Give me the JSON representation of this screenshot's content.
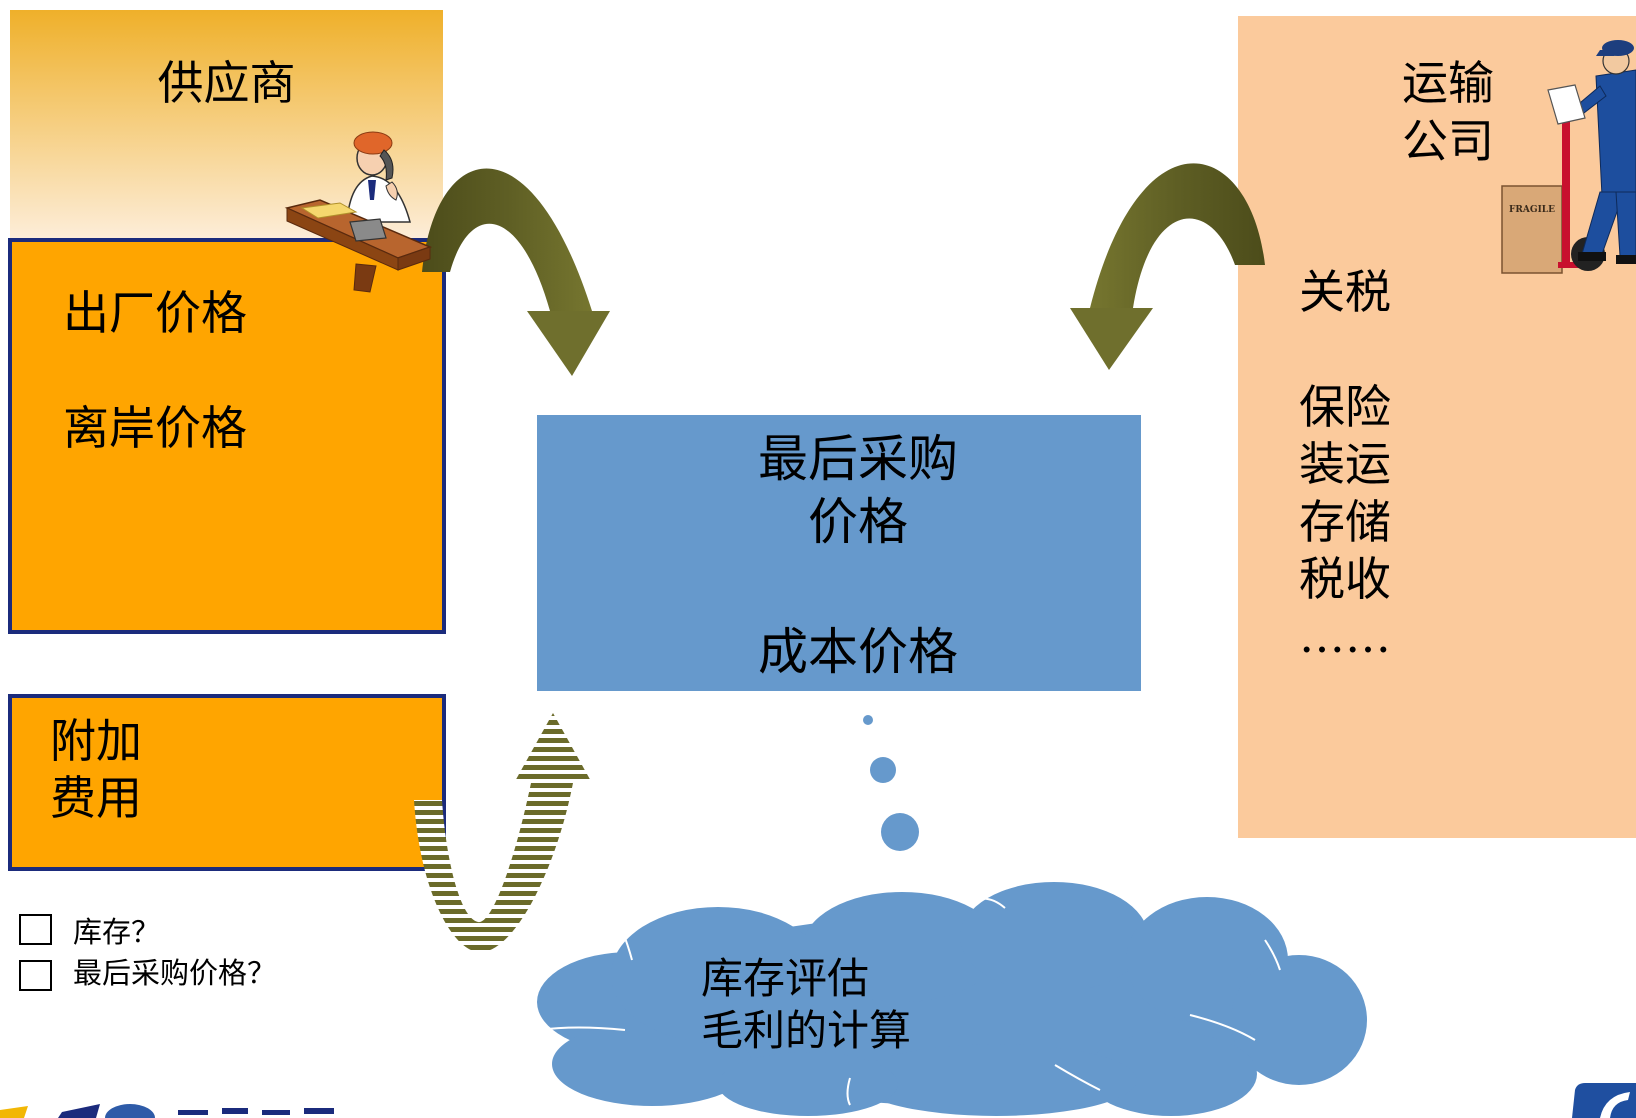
{
  "supplier": {
    "title": "供应商",
    "prices": [
      "出厂价格",
      "离岸价格"
    ]
  },
  "extra_costs": {
    "lines": [
      "附加",
      "费用"
    ]
  },
  "transport": {
    "title_lines": [
      "运输",
      "公司"
    ],
    "items": [
      "关税",
      "保险",
      "装运",
      "存储",
      "税收",
      "……"
    ],
    "box_label": "FRAGILE"
  },
  "center": {
    "lines": [
      "最后采购",
      "价格"
    ],
    "cost": "成本价格"
  },
  "cloud": {
    "lines": [
      "库存评估",
      "毛利的计算"
    ]
  },
  "checklist": [
    {
      "label": "库存？"
    },
    {
      "label": "最后采购价格？"
    }
  ],
  "icons": [
    "person-at-desk-phone-icon",
    "delivery-man-hand-truck-icon",
    "curved-arrow-icon",
    "striped-up-arrow-icon",
    "thought-cloud-icon"
  ],
  "colors": {
    "orange": "#FFA500",
    "navy": "#1B2B7C",
    "peach": "#FBCA9C",
    "blue": "#6699CC",
    "gold": "#EFB02A",
    "cream": "#FDEEDB",
    "olive": "#6E6E2C"
  }
}
